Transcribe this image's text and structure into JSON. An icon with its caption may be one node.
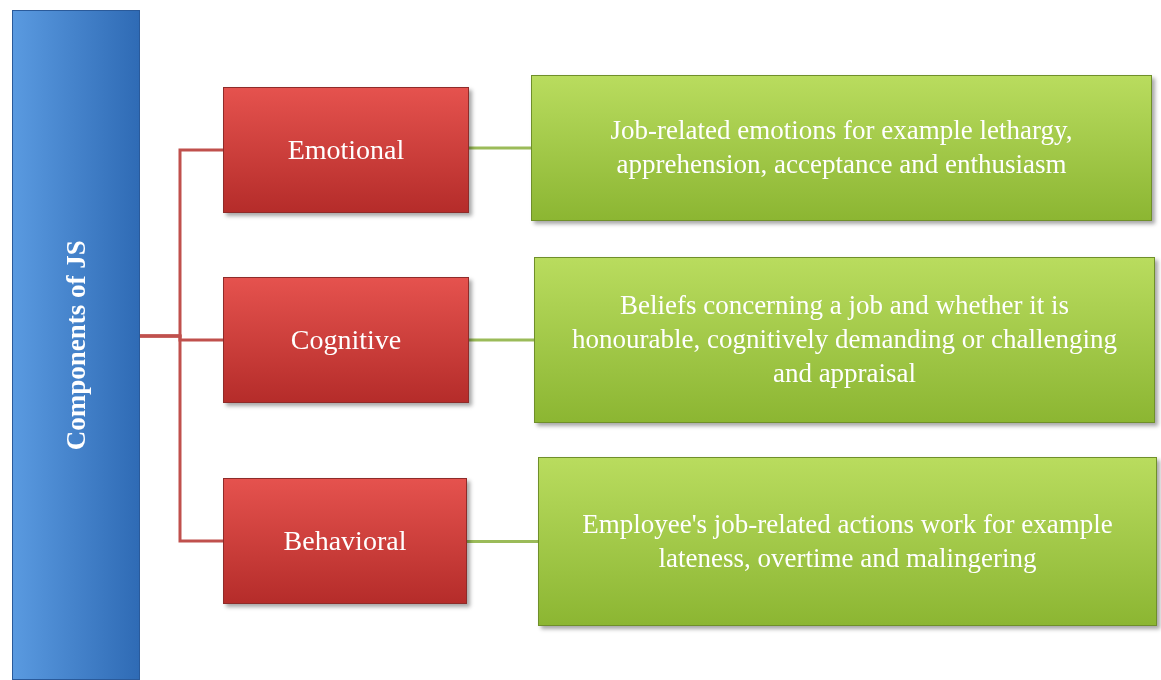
{
  "diagram": {
    "nodes": [
      {
        "text": [
          "Components of JS"
        ]
      },
      {
        "text": [
          "Emotional"
        ]
      },
      {
        "text": [
          "Cognitive"
        ]
      },
      {
        "text": [
          "Behavioral"
        ]
      },
      {
        "text": [
          "Job-related emotions for example lethargy, apprehension, acceptance and enthusiasm"
        ]
      },
      {
        "text": [
          "Beliefs concerning  a job and whether it is honourable, cognitively demanding or challenging and appraisal"
        ]
      },
      {
        "text": [
          "Employee's job-related actions work for example lateness, overtime and malingering"
        ]
      }
    ],
    "edges": [
      {
        "from": 0,
        "to": 1,
        "arrow": "none",
        "color": "#c0504d"
      },
      {
        "from": 0,
        "to": 2,
        "arrow": "none",
        "color": "#c0504d"
      },
      {
        "from": 0,
        "to": 3,
        "arrow": "none",
        "color": "#c0504d"
      },
      {
        "from": 1,
        "to": 4,
        "arrow": "none",
        "color": "#9bbb59"
      },
      {
        "from": 2,
        "to": 5,
        "arrow": "none",
        "color": "#9bbb59"
      },
      {
        "from": 3,
        "to": 6,
        "arrow": "none",
        "color": "#9bbb59"
      }
    ]
  }
}
